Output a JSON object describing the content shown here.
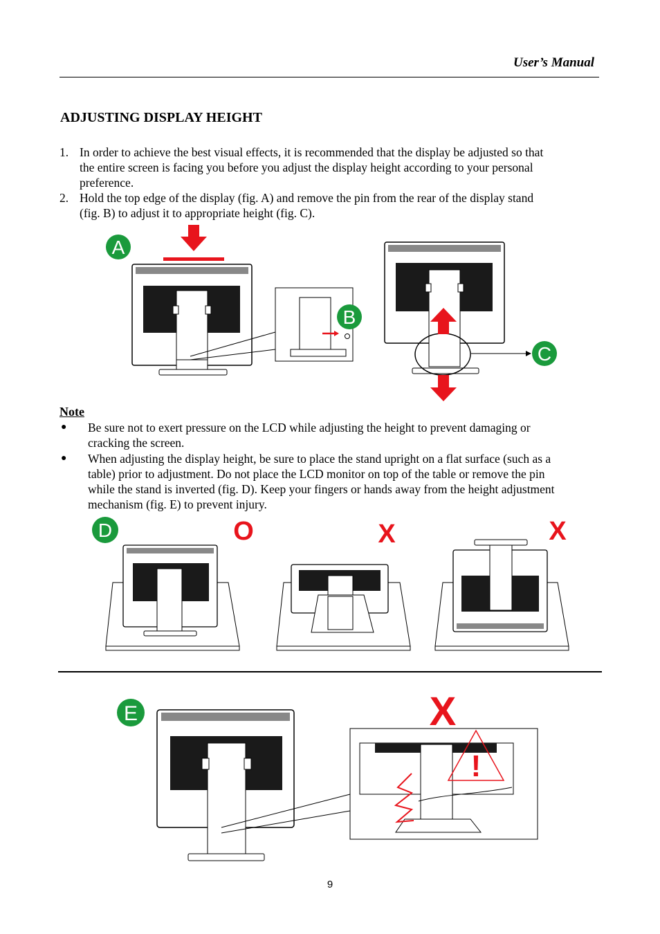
{
  "header": {
    "title": "User’s Manual"
  },
  "section": {
    "title": "ADJUSTING DISPLAY HEIGHT"
  },
  "steps": [
    {
      "num": "1.",
      "lines": [
        "In order to achieve the best visual effects, it is recommended that the display be adjusted so that",
        "the entire screen is facing you before you adjust the display height according to your personal",
        "preference."
      ]
    },
    {
      "num": "2.",
      "lines": [
        "Hold the top edge of the display (fig. A) and remove the pin from the rear of the display stand",
        "(fig. B) to adjust it to appropriate height (fig. C)."
      ]
    }
  ],
  "note": {
    "title": "Note",
    "bullets": [
      {
        "lines": [
          "Be sure not to exert pressure on the LCD while adjusting the height to prevent damaging or",
          "cracking the screen."
        ]
      },
      {
        "lines": [
          "When adjusting the display height, be sure to place the stand upright on a flat surface (such as a",
          "table) prior to adjustment. Do not place the LCD monitor on top of the table or remove the pin",
          "while the stand is inverted (fig. D). Keep your fingers or hands away from the height adjustment",
          "mechanism (fig. E) to prevent injury."
        ]
      }
    ]
  },
  "figures": {
    "a": "A",
    "b": "B",
    "c": "C",
    "d": "D",
    "e": "E",
    "ok_mark": "O",
    "wrong_mark": "X",
    "warning_mark": "!"
  },
  "colors": {
    "badge": "#1a9a3c",
    "alert": "#e8141c"
  },
  "page_number": "9"
}
